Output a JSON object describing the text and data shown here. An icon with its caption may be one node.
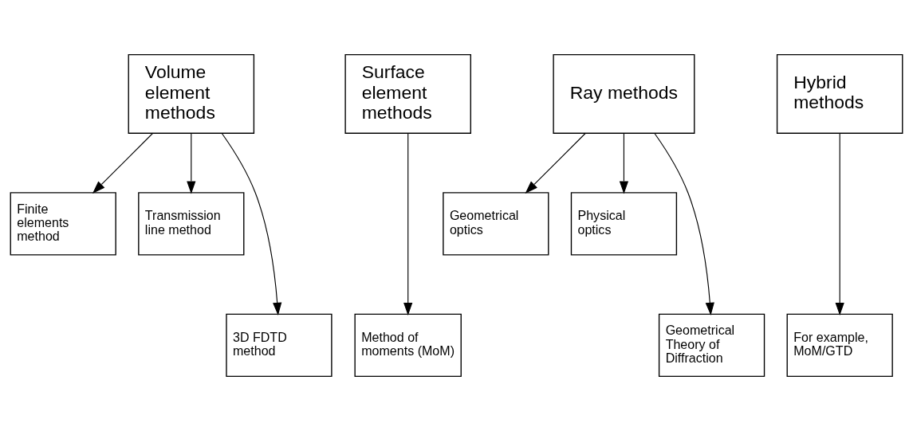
{
  "diagram": {
    "nodes": [
      {
        "text": [
          "Volume element methods"
        ]
      },
      {
        "text": [
          "Surface element methods"
        ]
      },
      {
        "text": [
          "Ray methods"
        ]
      },
      {
        "text": [
          "Hybrid methods"
        ]
      },
      {
        "text": [
          "Finite elements method"
        ]
      },
      {
        "text": [
          "Transmission line method"
        ]
      },
      {
        "text": [
          "Geometrical optics"
        ]
      },
      {
        "text": [
          "Physical optics"
        ]
      },
      {
        "text": [
          "3D FDTD method"
        ]
      },
      {
        "text": [
          "Method of moments (MoM)"
        ]
      },
      {
        "text": [
          "Geometrical Theory of Diffraction"
        ]
      },
      {
        "text": [
          "For example, MoM/GTD"
        ]
      }
    ],
    "edges": [
      {
        "from": 0,
        "to": 4,
        "arrow": "to"
      },
      {
        "from": 0,
        "to": 8,
        "arrow": "to"
      },
      {
        "from": 0,
        "to": 5,
        "arrow": "to"
      },
      {
        "from": 1,
        "to": 9,
        "arrow": "to"
      },
      {
        "from": 2,
        "to": 6,
        "arrow": "to"
      },
      {
        "from": 2,
        "to": 10,
        "arrow": "to"
      },
      {
        "from": 2,
        "to": 7,
        "arrow": "to"
      },
      {
        "from": 3,
        "to": 11,
        "arrow": "to"
      }
    ]
  }
}
